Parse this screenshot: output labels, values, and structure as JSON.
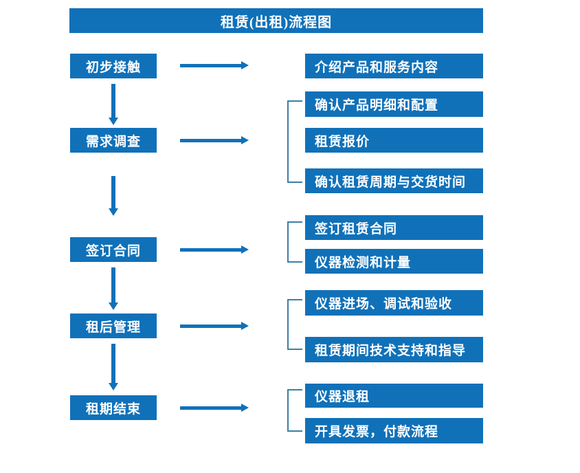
{
  "chart_data": {
    "type": "diagram",
    "title": "租赁(出租)流程图",
    "diagram_kind": "flowchart",
    "orientation": "vertical-with-side-details",
    "accent_color": "#1071B9",
    "bracket_color": "#3C7FA8",
    "text_color": "#FFFFFF",
    "background": "#FFFFFF",
    "stages": [
      {
        "id": "stage-1",
        "label": "初步接触",
        "details": [
          "介绍产品和服务内容"
        ]
      },
      {
        "id": "stage-2",
        "label": "需求调查",
        "details": [
          "确认产品明细和配置",
          "租赁报价",
          "确认租赁周期与交货时间"
        ]
      },
      {
        "id": "stage-3",
        "label": "签订合同",
        "details": [
          "签订租赁合同",
          "仪器检测和计量"
        ]
      },
      {
        "id": "stage-4",
        "label": "租后管理",
        "details": [
          "仪器进场、调试和验收",
          "租赁期间技术支持和指导"
        ]
      },
      {
        "id": "stage-5",
        "label": "租期结束",
        "details": [
          "仪器退租",
          "开具发票，付款流程"
        ]
      }
    ]
  },
  "header": {
    "title": "租赁(出租)流程图"
  },
  "stages": [
    {
      "label": "初步接触"
    },
    {
      "label": "需求调查"
    },
    {
      "label": "签订合同"
    },
    {
      "label": "租后管理"
    },
    {
      "label": "租期结束"
    }
  ],
  "details": [
    {
      "label": "介绍产品和服务内容"
    },
    {
      "label": "确认产品明细和配置"
    },
    {
      "label": "租赁报价"
    },
    {
      "label": "确认租赁周期与交货时间"
    },
    {
      "label": "签订租赁合同"
    },
    {
      "label": "仪器检测和计量"
    },
    {
      "label": "仪器进场、调试和验收"
    },
    {
      "label": "租赁期间技术支持和指导"
    },
    {
      "label": "仪器退租"
    },
    {
      "label": "开具发票，付款流程"
    }
  ]
}
